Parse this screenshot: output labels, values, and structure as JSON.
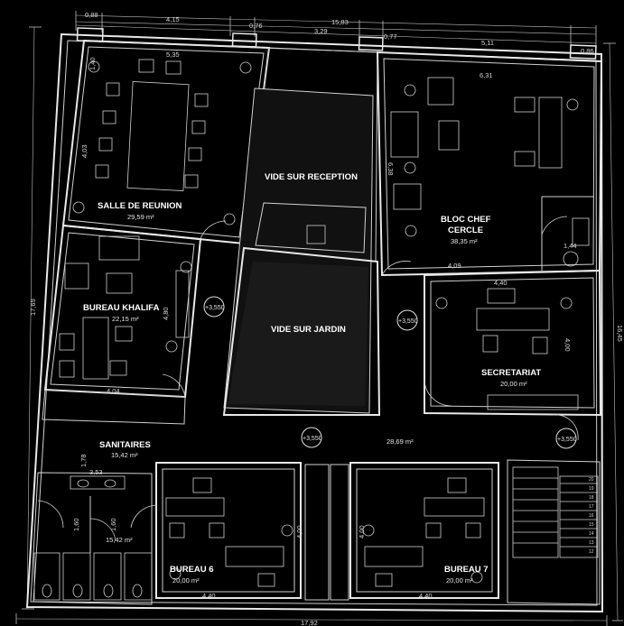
{
  "rooms": {
    "salle_reunion": {
      "name": "SALLE DE REUNION",
      "area": "29,59 m²"
    },
    "vide_reception": {
      "name": "VIDE SUR RECEPTION"
    },
    "bloc_chef": {
      "name_line1": "BLOC CHEF",
      "name_line2": "CERCLE",
      "area": "38,35 m²"
    },
    "bureau_khalifa": {
      "name": "BUREAU KHALIFA",
      "area": "22,15 m²"
    },
    "vide_jardin": {
      "name": "VIDE SUR JARDIN"
    },
    "secretariat": {
      "name": "SECRETARIAT",
      "area": "20,00 m²"
    },
    "sanitaires": {
      "name": "SANITAIRES",
      "area": "15,42 m²",
      "area2": "15,42 m²"
    },
    "hall": {
      "area": "28,69 m²"
    },
    "bureau6": {
      "name": "BUREAU 6",
      "area": "20,00 m²"
    },
    "bureau7": {
      "name": "BUREAU 7",
      "area": "20,00 m²"
    }
  },
  "levels": {
    "l1": "+3,550",
    "l2": "+3,550",
    "l3": "+3,550",
    "l4": "+3,550"
  },
  "dimensions": {
    "top_088": "0,88",
    "top_415": "4,15",
    "top_1583": "15,83",
    "top_076": "0,76",
    "top_329": "3,29",
    "top_077": "0,77",
    "top_511": "5,11",
    "top_086": "0,86",
    "left_1769": "17,69",
    "right_1645": "16,45",
    "bottom_1792": "17,92",
    "sr_535": "5,35",
    "sr_140": "1,40",
    "sr_403": "4,03",
    "bc_631": "6,31",
    "bc_638": "6,38",
    "bc_144": "1,44",
    "bc_409": "4,09",
    "bk_480": "4,80",
    "bk_404": "4,04",
    "sec_440": "4,40",
    "sec_400": "4,00",
    "san_178": "1,78",
    "san_353": "3,53",
    "san_160a": "1,60",
    "san_160b": "1,60",
    "b6_400": "4,00",
    "b6_440": "4,40",
    "b7_400": "4,00",
    "b7_440": "4,40"
  },
  "stairs": {
    "steps": [
      "20",
      "19",
      "18",
      "17",
      "16",
      "15",
      "14",
      "13",
      "12"
    ]
  }
}
